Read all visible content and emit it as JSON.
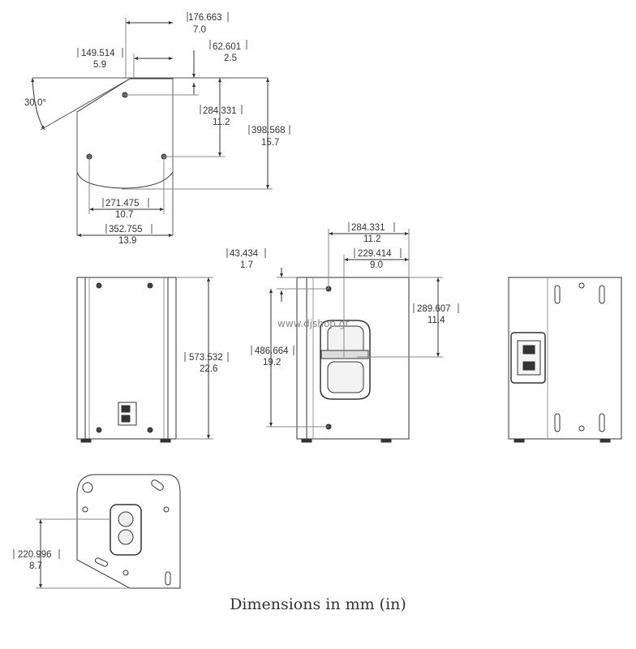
{
  "caption": "Dimensions in mm (in)",
  "watermark": "www.djshop.gr",
  "top_view": {
    "angle": "30.0°",
    "dims": [
      {
        "mm": "176.663",
        "in": "7.0"
      },
      {
        "mm": "149.514",
        "in": "5.9"
      },
      {
        "mm": "62.601",
        "in": "2.5"
      },
      {
        "mm": "284.331",
        "in": "11.2"
      },
      {
        "mm": "398.568",
        "in": "15.7"
      },
      {
        "mm": "271.475",
        "in": "10.7"
      },
      {
        "mm": "352.755",
        "in": "13.9"
      }
    ]
  },
  "front_view": {
    "dims": [
      {
        "mm": "573.532",
        "in": "22.6"
      }
    ]
  },
  "side_view": {
    "dims": [
      {
        "mm": "284.331",
        "in": "11.2"
      },
      {
        "mm": "43.434",
        "in": "1.7"
      },
      {
        "mm": "229.414",
        "in": "9.0"
      },
      {
        "mm": "289.607",
        "in": "11.4"
      },
      {
        "mm": "486.664",
        "in": "19.2"
      }
    ]
  },
  "bottom_view": {
    "dims": [
      {
        "mm": "220.996",
        "in": "8.7"
      }
    ]
  }
}
